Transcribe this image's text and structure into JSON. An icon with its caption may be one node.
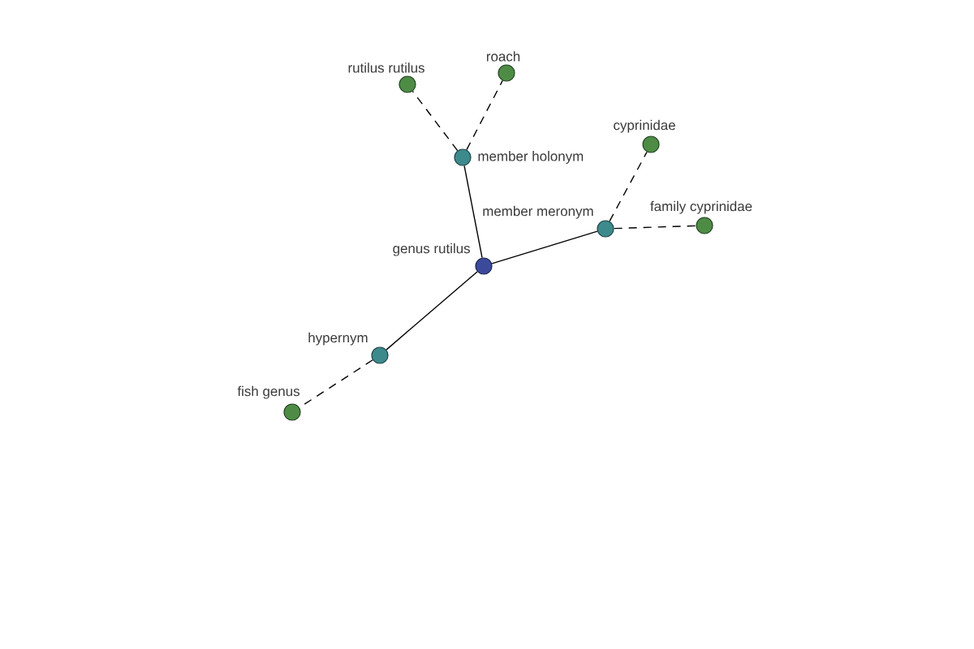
{
  "diagram": {
    "nodes": [
      {
        "text": [
          "genus rutilus"
        ]
      },
      {
        "text": [
          "member holonym"
        ]
      },
      {
        "text": [
          "rutilus rutilus"
        ]
      },
      {
        "text": [
          "roach"
        ]
      },
      {
        "text": [
          "member meronym"
        ]
      },
      {
        "text": [
          "cyprinidae"
        ]
      },
      {
        "text": [
          "family cyprinidae"
        ]
      },
      {
        "text": [
          "hypernym"
        ]
      },
      {
        "text": [
          "fish genus"
        ]
      }
    ],
    "edges": [
      {
        "from": 0,
        "to": 1,
        "arrow": "none"
      },
      {
        "from": 1,
        "to": 2,
        "arrow": "none",
        "style": "dashed"
      },
      {
        "from": 1,
        "to": 3,
        "arrow": "none",
        "style": "dashed"
      },
      {
        "from": 0,
        "to": 4,
        "arrow": "none"
      },
      {
        "from": 4,
        "to": 5,
        "arrow": "none",
        "style": "dashed"
      },
      {
        "from": 4,
        "to": 6,
        "arrow": "none",
        "style": "dashed"
      },
      {
        "from": 0,
        "to": 7,
        "arrow": "none"
      },
      {
        "from": 7,
        "to": 8,
        "arrow": "none",
        "style": "dashed"
      }
    ]
  }
}
